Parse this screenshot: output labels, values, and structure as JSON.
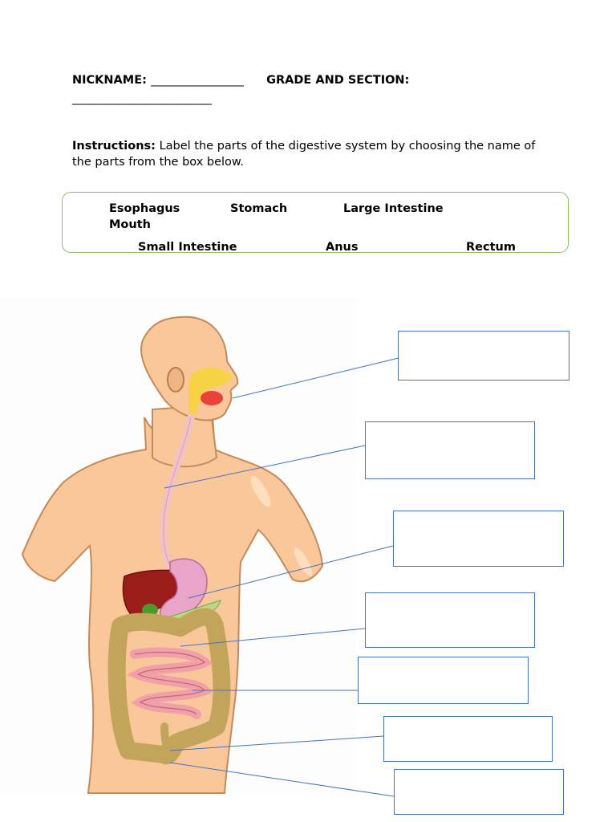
{
  "header": {
    "nickname_label": "NICKNAME:",
    "nickname_blank": "________________",
    "grade_label": "GRADE AND SECTION:",
    "grade_blank": "________________________"
  },
  "instructions": {
    "lead": "Instructions:",
    "text": "Label the parts of the digestive system by choosing the name of the parts from the box below."
  },
  "word_box": {
    "words": [
      "Esophagus",
      "Stomach",
      "Large Intestine",
      "Mouth",
      "Small Intestine",
      "Anus",
      "Rectum"
    ]
  },
  "answer_boxes": [
    {
      "value": ""
    },
    {
      "value": ""
    },
    {
      "value": ""
    },
    {
      "value": ""
    },
    {
      "value": ""
    },
    {
      "value": ""
    },
    {
      "value": ""
    }
  ],
  "colors": {
    "word_box_border": "#8cc063",
    "answer_box_border": "#4472c4",
    "skin": "#f9c79a",
    "liver": "#9c1c1c",
    "large_intestine": "#c2a55a",
    "small_intestine": "#f0a0a8",
    "stomach": "#e8a5c8"
  }
}
